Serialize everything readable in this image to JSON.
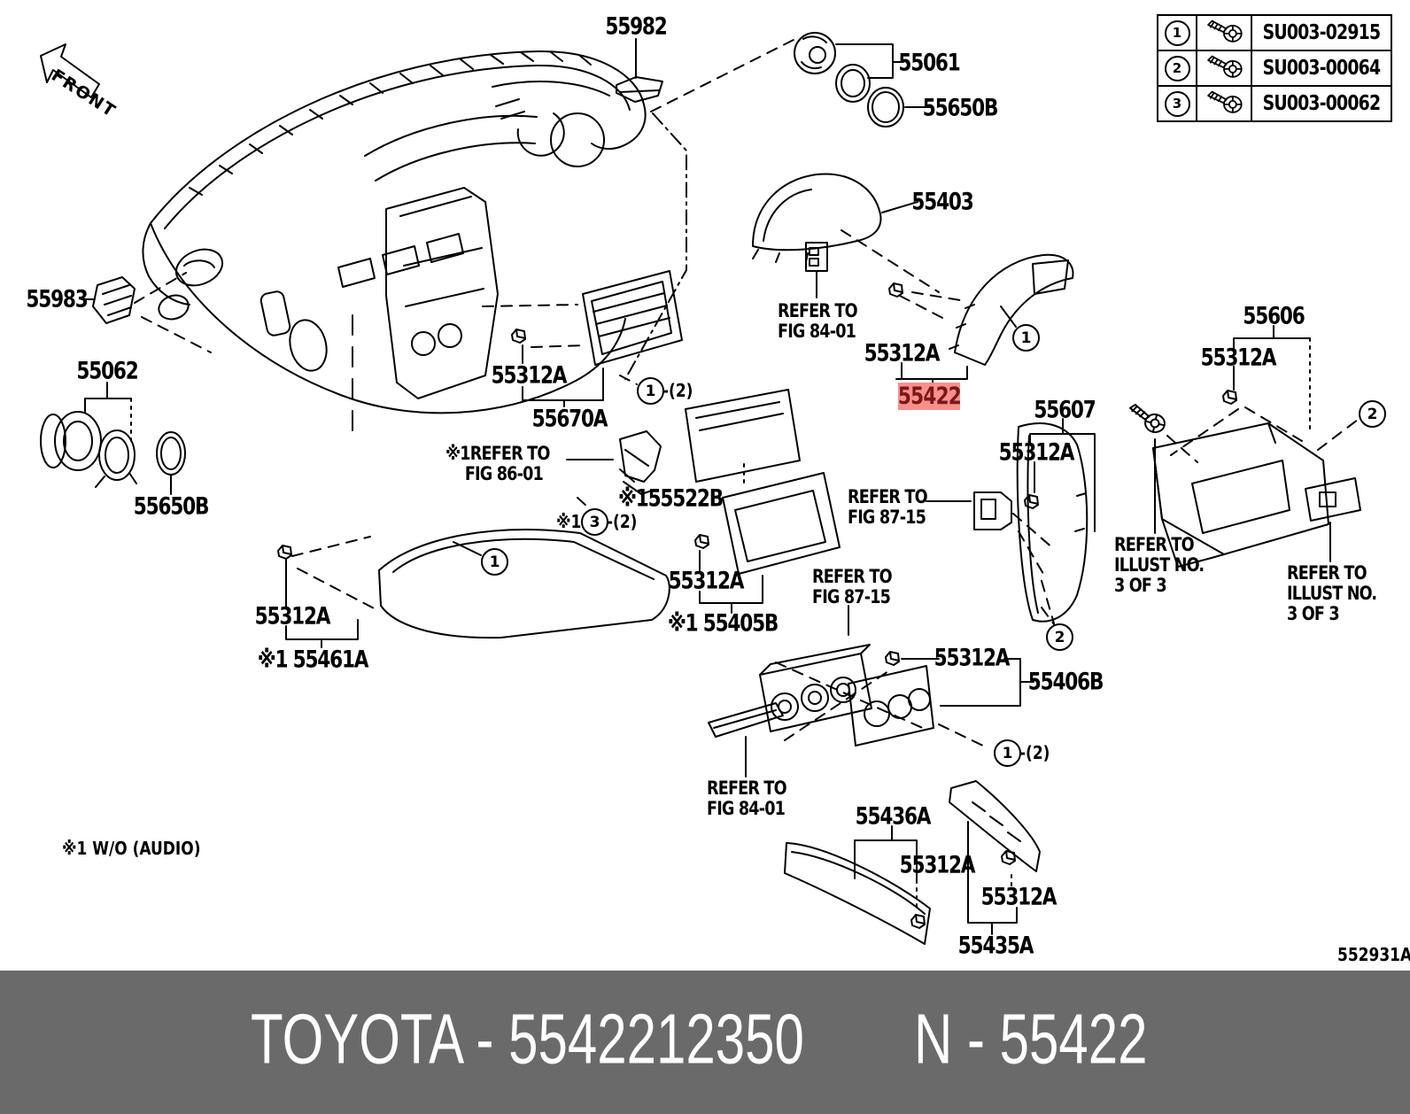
{
  "front": {
    "label": "FRONT"
  },
  "legend": {
    "rows": [
      {
        "num": "1",
        "icon": "screw-icon",
        "part": "SU003-02915"
      },
      {
        "num": "2",
        "icon": "screw-icon",
        "part": "SU003-00064"
      },
      {
        "num": "3",
        "icon": "screw-icon",
        "part": "SU003-00062"
      }
    ]
  },
  "parts": {
    "p55982": "55982",
    "p55061": "55061",
    "p55650B": "55650B",
    "p55983": "55983",
    "p55062": "55062",
    "p55312A": "55312A",
    "p55670A": "55670A",
    "p55522B": "※155522B",
    "p55461A": "※1 55461A",
    "p55403": "55403",
    "p55422": "55422",
    "p55607": "55607",
    "p55405B": "※1 55405B",
    "p55406B": "55406B",
    "p55436A": "55436A",
    "p55435A": "55435A",
    "p55606": "55606"
  },
  "notes": {
    "fig8601": [
      "※1REFER TO",
      "FIG 86-01"
    ],
    "fig8401": [
      "REFER TO",
      "FIG 84-01"
    ],
    "fig8715": [
      "REFER TO",
      "FIG 87-15"
    ],
    "illust": [
      "REFER TO",
      "ILLUST NO.",
      "3 OF 3"
    ]
  },
  "callouts": {
    "c1": {
      "num": "1",
      "suffix": "-(2)"
    },
    "c2": {
      "prefix": "※1",
      "num": "3",
      "suffix": "-(2)"
    },
    "c3": {
      "num": "1"
    },
    "c4": {
      "num": "1"
    },
    "c5": {
      "num": "2"
    },
    "c6": {
      "num": "1",
      "suffix": "-(2)"
    },
    "c7": {
      "num": "2"
    }
  },
  "misc": {
    "audio_note": "※1 W/O (AUDIO)",
    "ref_code": "552931A"
  },
  "footer": {
    "left": "TOYOTA - 5542212350",
    "right": "N - 55422"
  },
  "colors": {
    "highlight_bg": "#F4918B",
    "highlight_fg": "#7D1619",
    "footer_bg": "#6A6A6A",
    "ink": "#000000"
  }
}
